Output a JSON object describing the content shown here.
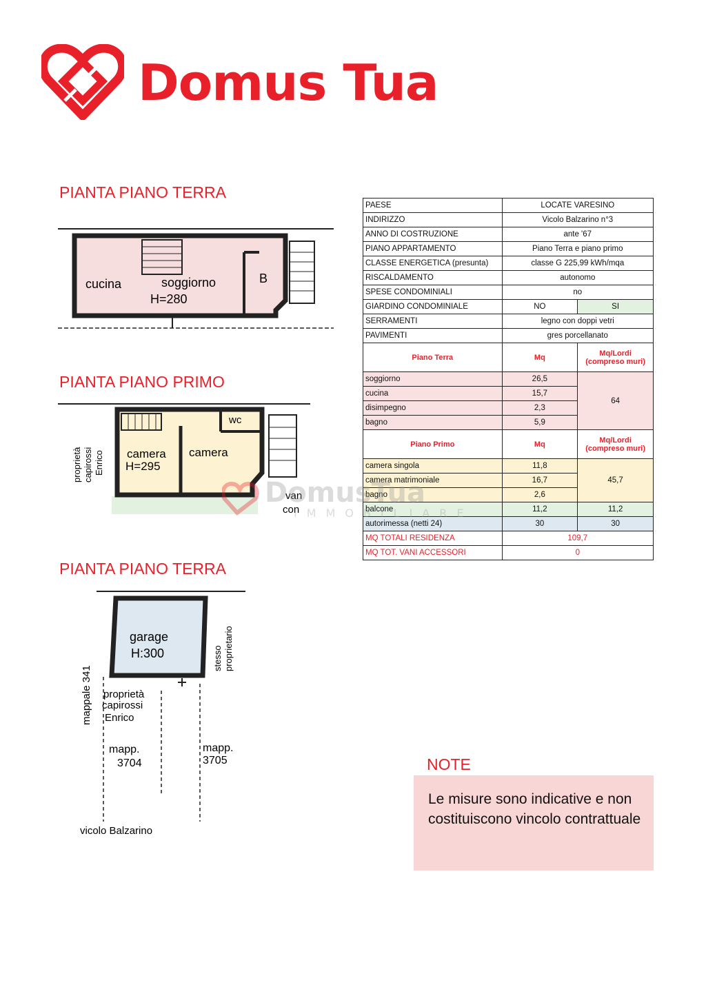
{
  "brand": {
    "name": "Domus Tua",
    "color": "#e8202a"
  },
  "plans": {
    "ground_title": "PIANTA PIANO TERRA",
    "first_title": "PIANTA PIANO PRIMO",
    "garage_title": "PIANTA PIANO TERRA",
    "ground_labels": {
      "cucina": "cucina",
      "soggiorno": "soggiorno",
      "height": "H=280",
      "b": "B"
    },
    "first_labels": {
      "camera1": "camera",
      "camera2": "camera",
      "height": "H=295",
      "wc": "wc",
      "proprieta": "proprietà",
      "capirossi": "capirossi",
      "enrico": "Enrico",
      "van": "van",
      "con": "con"
    },
    "garage_labels": {
      "garage": "garage",
      "height": "H:300",
      "proprieta": "proprietà",
      "capirossi": "capirossi",
      "enrico": "Enrico",
      "mapp3704a": "mapp.",
      "mapp3704b": "3704",
      "mapp3705a": "mapp.",
      "mapp3705b": "3705",
      "mappale": "mappale 341",
      "stesso": "stesso",
      "proprietario": "proprietario",
      "vicolo": "vicolo Balzarino"
    }
  },
  "watermark": {
    "text": "DomusTua",
    "sub": "IMMOBILIARE"
  },
  "table": {
    "info": [
      {
        "label": "PAESE",
        "value": "LOCATE VARESINO"
      },
      {
        "label": "INDIRIZZO",
        "value": "Vicolo Balzarino n°3"
      },
      {
        "label": "ANNO DI COSTRUZIONE",
        "value": "ante '67"
      },
      {
        "label": "PIANO APPARTAMENTO",
        "value": "Piano Terra e piano primo"
      },
      {
        "label": "CLASSE ENERGETICA (presunta)",
        "value": "classe G 225,99 kWh/mqa"
      },
      {
        "label": "RISCALDAMENTO",
        "value": "autonomo"
      },
      {
        "label": "SPESE CONDOMINIALI",
        "value": "no"
      }
    ],
    "giardino": {
      "label": "GIARDINO CONDOMINIALE",
      "no": "NO",
      "si": "SI"
    },
    "info2": [
      {
        "label": "SERRAMENTI",
        "value": "legno con doppi vetri"
      },
      {
        "label": "PAVIMENTI",
        "value": "gres porcellanato"
      }
    ],
    "pt_header": {
      "c1": "Piano Terra",
      "c2": "Mq",
      "c3a": "Mq/Lordi",
      "c3b": "(compreso muri)"
    },
    "pt_rows": [
      {
        "name": "soggiorno",
        "mq": "26,5"
      },
      {
        "name": "cucina",
        "mq": "15,7"
      },
      {
        "name": "disimpegno",
        "mq": "2,3"
      },
      {
        "name": "bagno",
        "mq": "5,9"
      }
    ],
    "pt_total": "64",
    "pp_header": {
      "c1": "Piano Primo",
      "c2": "Mq",
      "c3a": "Mq/Lordi",
      "c3b": "(compreso muri)"
    },
    "pp_rows": [
      {
        "name": "camera singola",
        "mq": "11,8"
      },
      {
        "name": "camera matrimoniale",
        "mq": "16,7"
      },
      {
        "name": "bagno",
        "mq": "2,6"
      }
    ],
    "pp_total": "45,7",
    "balcone": {
      "name": "balcone",
      "mq": "11,2",
      "lordi": "11,2"
    },
    "autorimessa": {
      "name": "autorimessa (netti 24)",
      "mq": "30",
      "lordi": "30"
    },
    "totali": {
      "label": "MQ TOTALI RESIDENZA",
      "value": "109,7"
    },
    "accessori": {
      "label": "MQ TOT. VANI ACCESSORI",
      "value": "0"
    }
  },
  "note": {
    "title": "NOTE",
    "text": "Le misure sono indicative e non costituiscono vincolo contrattuale"
  }
}
